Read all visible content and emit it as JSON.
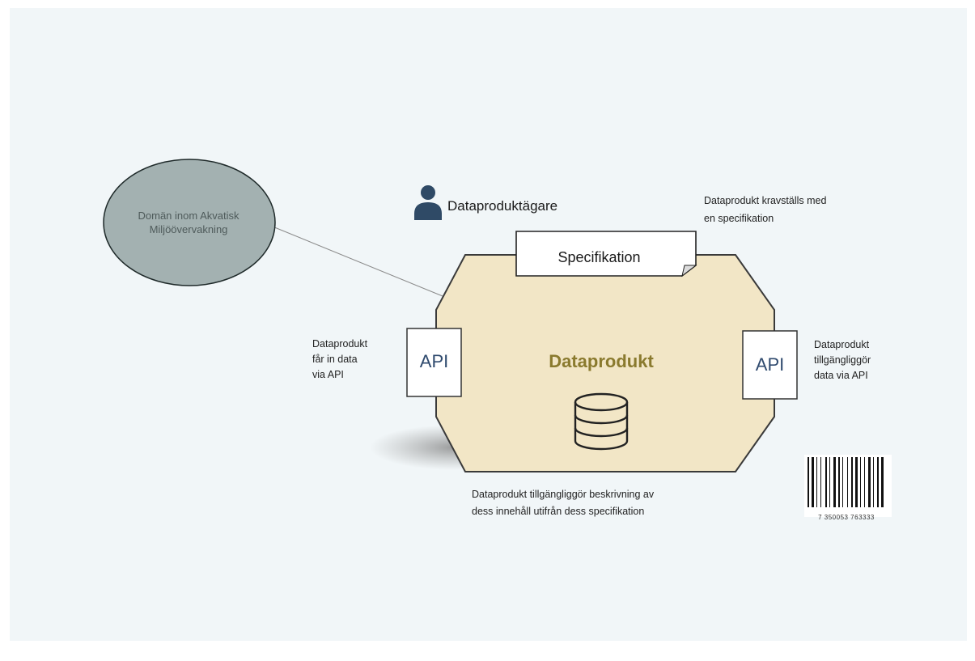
{
  "domain_bubble": {
    "label": "Domän inom Akvatisk Miljöövervakning"
  },
  "owner": {
    "label": "Dataproduktägare",
    "icon": "person-icon"
  },
  "spec_note": {
    "text": "Dataprodukt  kravställs med\nen specifikation"
  },
  "specification": {
    "label": "Specifikation"
  },
  "product": {
    "title": "Dataprodukt",
    "icon": "database-icon"
  },
  "api_left": {
    "label": "API",
    "note": "Dataprodukt\nfår in data\nvia API"
  },
  "api_right": {
    "label": "API",
    "note": "Dataprodukt\ntillgängliggör\ndata via API"
  },
  "bottom_note": {
    "text": "Dataprodukt  tillgängliggör  beskrivning  av\ndess innehåll  utifrån dess specifikation"
  },
  "barcode": {
    "digits": "7  350053  763333"
  },
  "colors": {
    "background": "#f1f6f8",
    "bubble_fill": "#a3b1b1",
    "product_fill": "#f2e6c6",
    "product_border": "#3a3a3a",
    "product_title": "#8a7a2e",
    "api_text": "#2f4a6e",
    "owner_icon": "#2f4a66"
  }
}
